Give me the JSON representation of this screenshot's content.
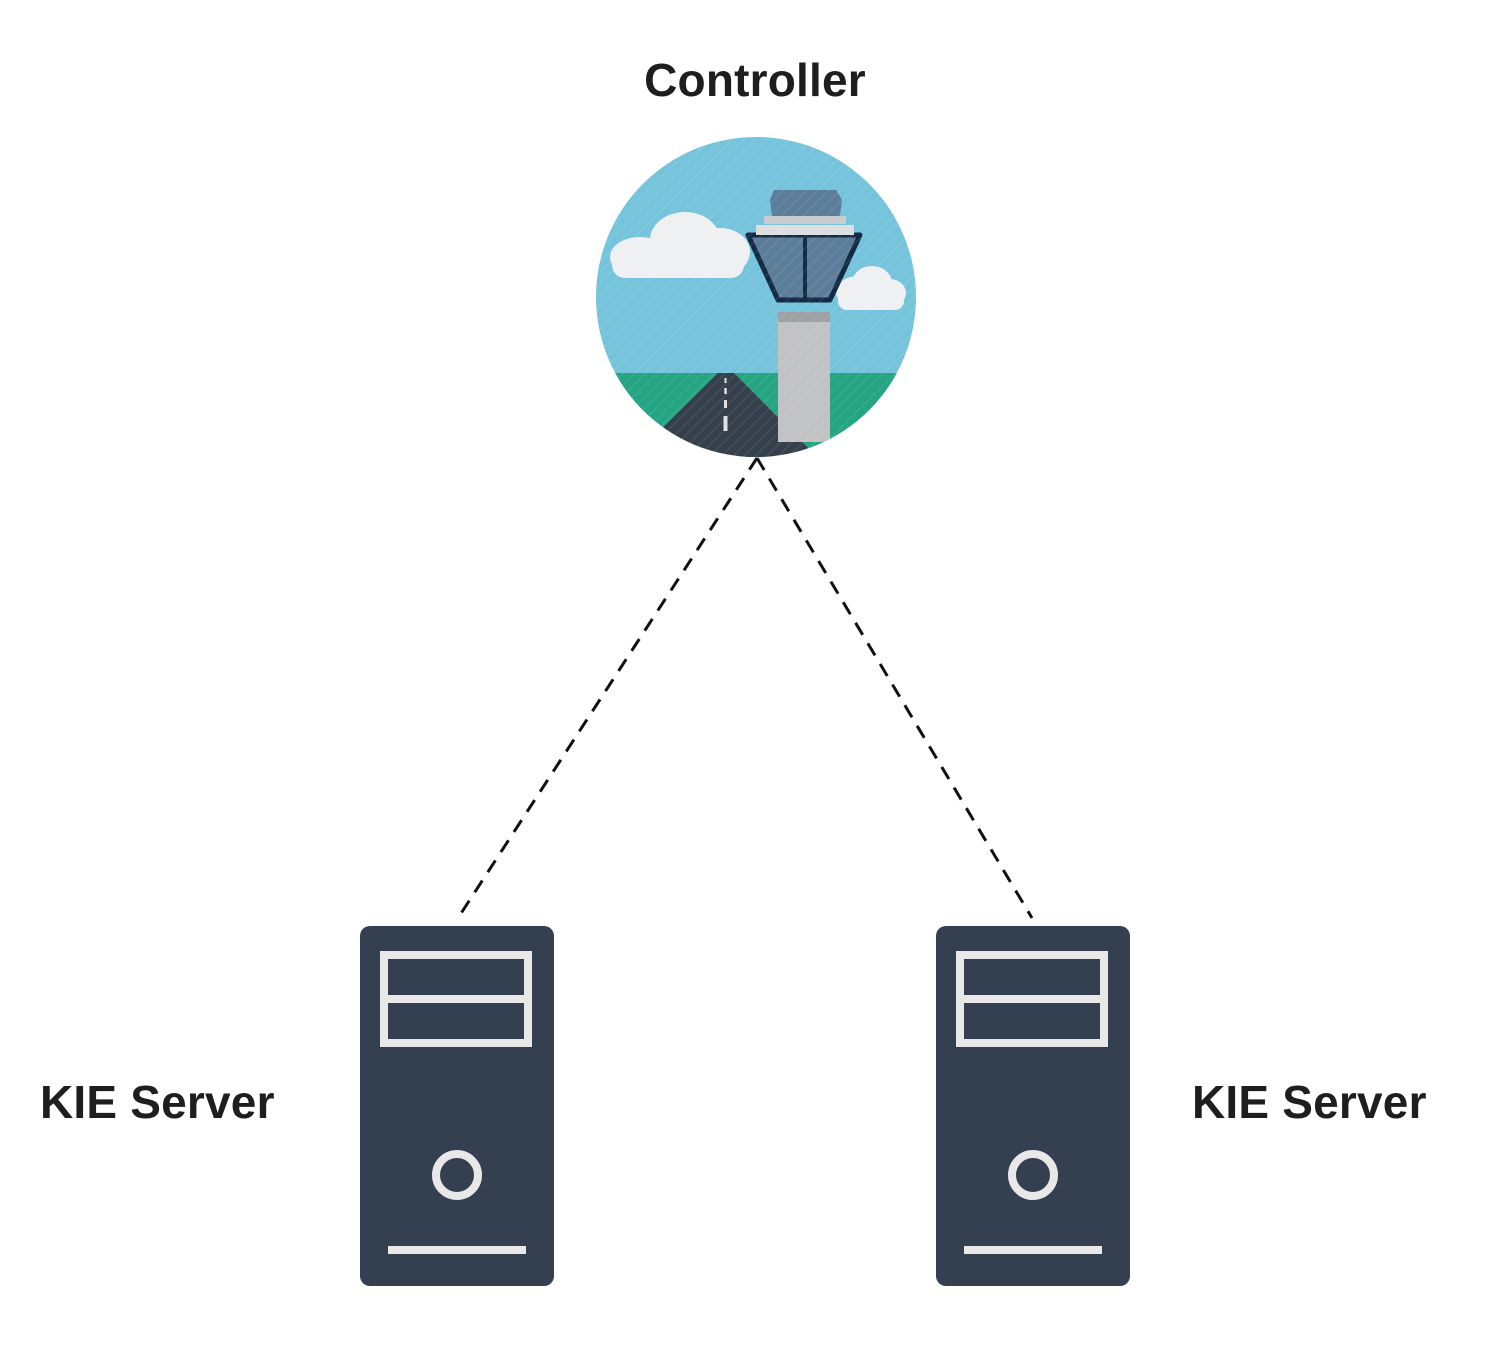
{
  "controller": {
    "label": "Controller",
    "icon": "control-tower-icon"
  },
  "servers": [
    {
      "label": "KIE Server",
      "icon": "server-tower-icon"
    },
    {
      "label": "KIE Server",
      "icon": "server-tower-icon"
    }
  ],
  "connections": [
    {
      "from": "Controller",
      "to": "KIE Server (left)",
      "style": "dashed"
    },
    {
      "from": "Controller",
      "to": "KIE Server (right)",
      "style": "dashed"
    }
  ],
  "colors": {
    "text": "#1e1e1e",
    "server_body": "#343f4f",
    "server_detail": "#e8e8e8",
    "sky": "#75c4dc",
    "grass": "#25a582",
    "runway": "#35404c",
    "tower_cab": "#5b7d99",
    "tower_shaft": "#c0c2c4",
    "cloud": "#eef0f2"
  }
}
